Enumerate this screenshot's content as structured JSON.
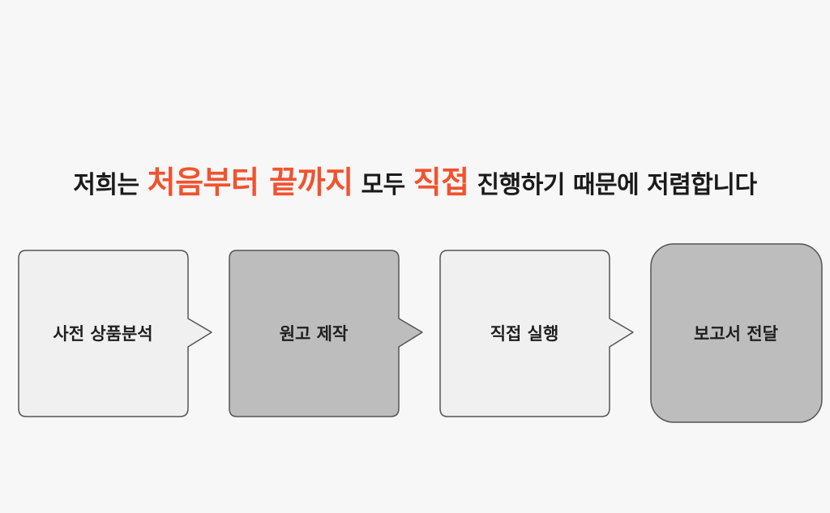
{
  "headline": {
    "segments": [
      {
        "text": "저희는 ",
        "highlight": false
      },
      {
        "text": "처음부터 끝까지",
        "highlight": true
      },
      {
        "text": " 모두 ",
        "highlight": false
      },
      {
        "text": "직접",
        "highlight": true
      },
      {
        "text": " 진행하기 때문에 저렴합니다",
        "highlight": false
      }
    ]
  },
  "steps": [
    {
      "label": "사전 상품분석",
      "fill": "#f0f0f0"
    },
    {
      "label": "원고 제작",
      "fill": "#bdbdbd"
    },
    {
      "label": "직접 실행",
      "fill": "#f0f0f0"
    },
    {
      "label": "보고서 전달",
      "fill": "#bdbdbd"
    }
  ],
  "colors": {
    "background": "#f7f7f7",
    "accent": "#f2522e",
    "text": "#1a1a1a",
    "outline": "#555555"
  }
}
